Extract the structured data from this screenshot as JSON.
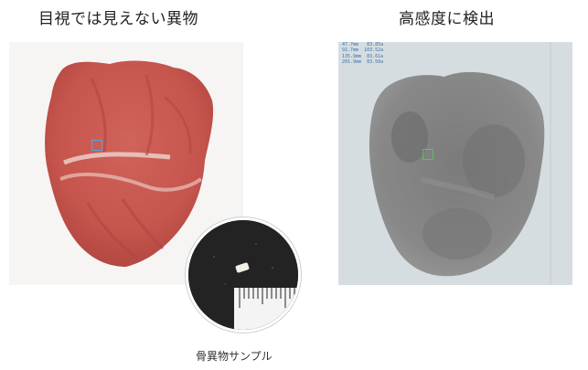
{
  "headings": {
    "left": "目視では見えない異物",
    "right": "高感度に検出"
  },
  "xray_readout": {
    "lines": [
      "47.7mm   83.85a",
      "92.7mm  103.52a",
      "135.9mm  83.61a",
      "201.9mm  83.50a"
    ]
  },
  "caption": "骨異物サンプル",
  "colors": {
    "meat": "#c6554d",
    "marker_photo": "#4aa7e6",
    "marker_xray": "#57c25b",
    "xray_background": "#d6dde1"
  }
}
